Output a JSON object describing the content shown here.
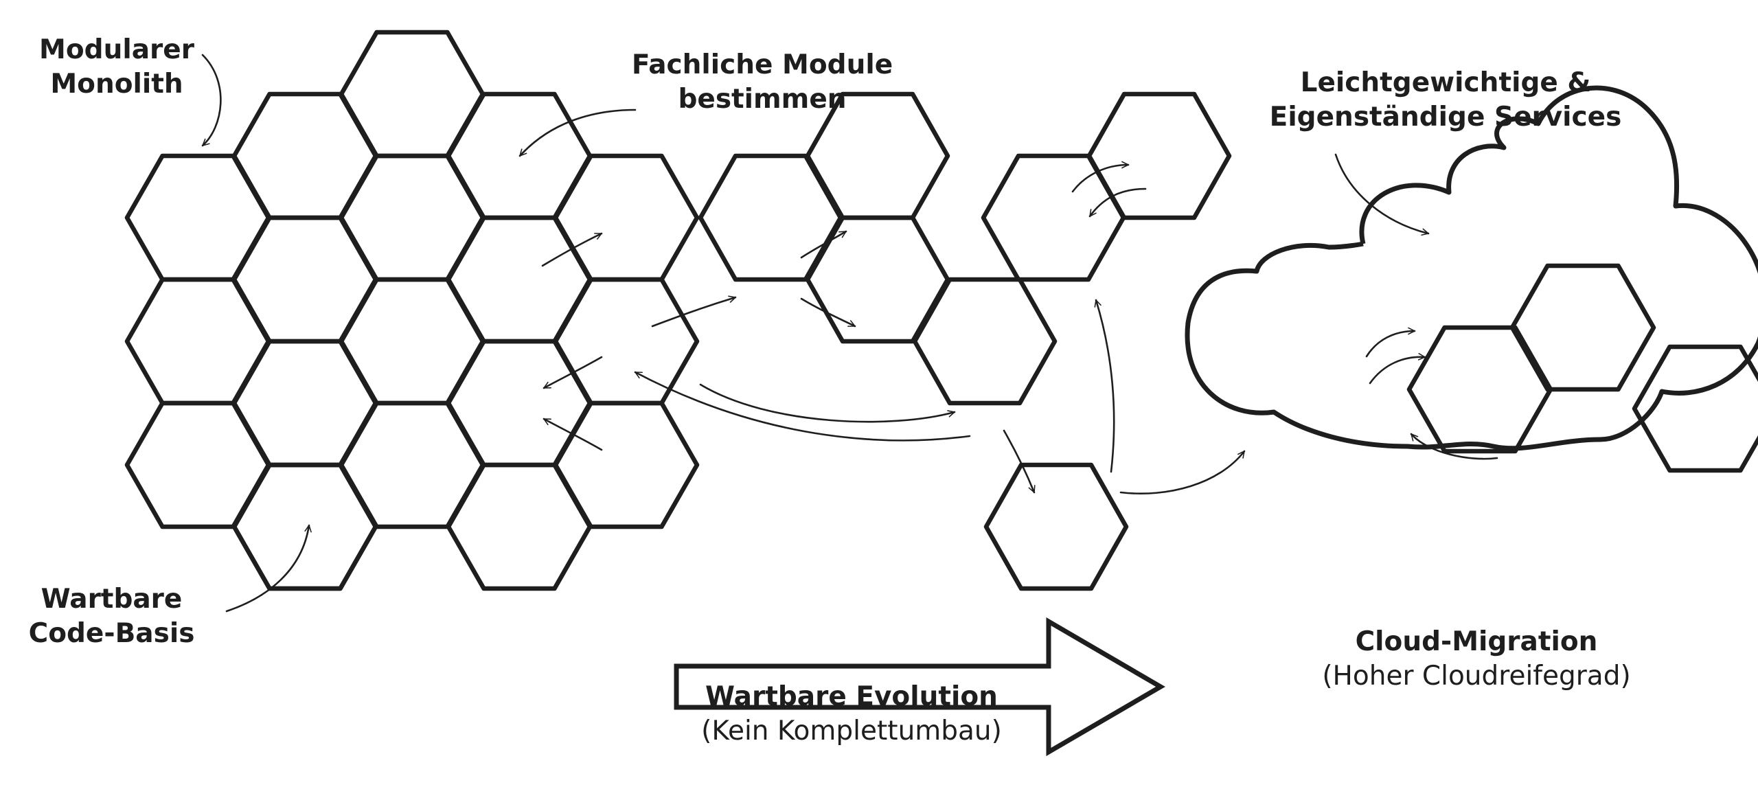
{
  "labels": {
    "modular_monolith": [
      "Modularer",
      "Monolith"
    ],
    "domain_modules": [
      "Fachliche Module",
      "bestimmen"
    ],
    "lightweight_services": [
      "Leichtgewichtige &",
      "Eigenständige Services"
    ],
    "maintainable_code_base": [
      "Wartbare",
      "Code-Basis"
    ],
    "evolution_title": "Wartbare Evolution",
    "evolution_subtitle": "(Kein Komplettumbau)",
    "cloud_title": "Cloud-Migration",
    "cloud_subtitle": "(Hoher Cloudreifegrad)"
  },
  "colors": {
    "stroke": "#1e1e1e",
    "background": "#ffffff"
  }
}
